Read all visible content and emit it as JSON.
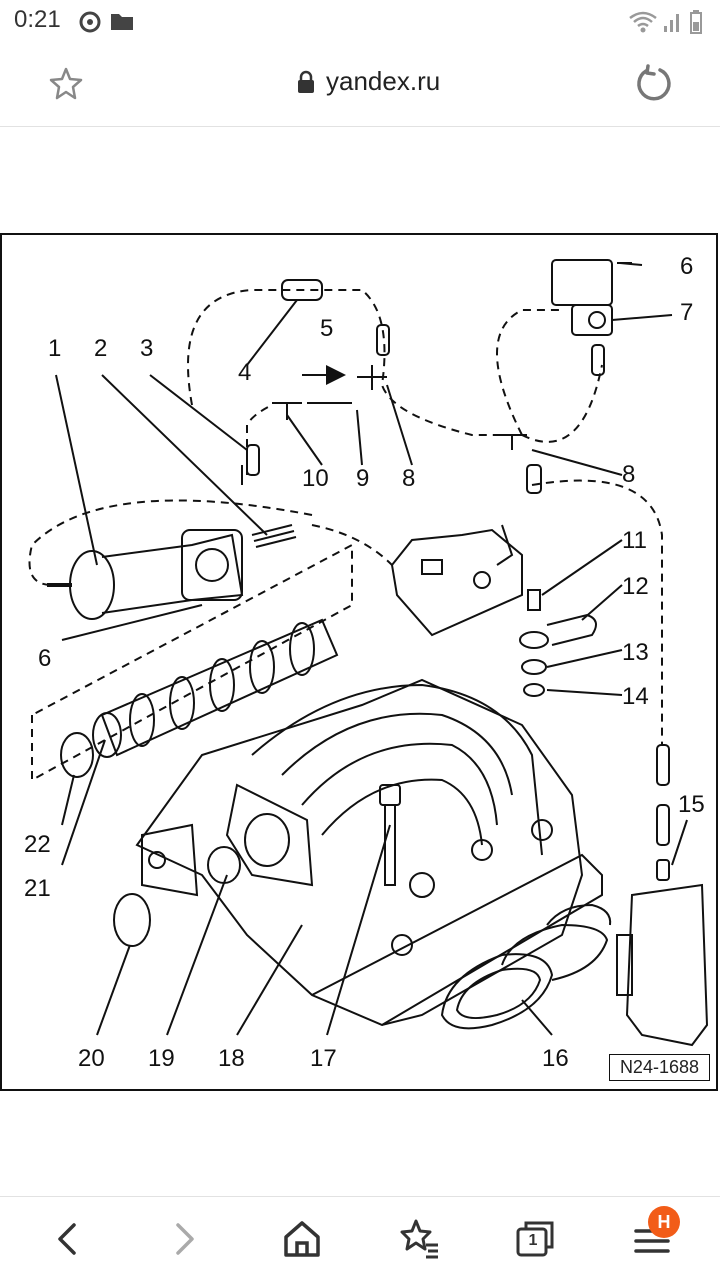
{
  "status_bar": {
    "time": "0:21"
  },
  "browser": {
    "url": "yandex.ru",
    "tab_count": "1",
    "profile_badge": "H"
  },
  "icons": {
    "star": "star-icon",
    "lock": "lock-icon",
    "reload": "reload-icon",
    "back": "chevron-left-icon",
    "forward": "chevron-right-icon",
    "home": "home-icon",
    "bookmarks": "star-list-icon",
    "tabs": "tabs-icon",
    "menu": "hamburger-menu-icon"
  },
  "diagram": {
    "reference": "N24-1688",
    "callouts": [
      "1",
      "2",
      "3",
      "4",
      "5",
      "6",
      "6",
      "7",
      "8",
      "8",
      "9",
      "10",
      "11",
      "12",
      "13",
      "14",
      "15",
      "16",
      "17",
      "18",
      "19",
      "20",
      "21",
      "22"
    ]
  }
}
